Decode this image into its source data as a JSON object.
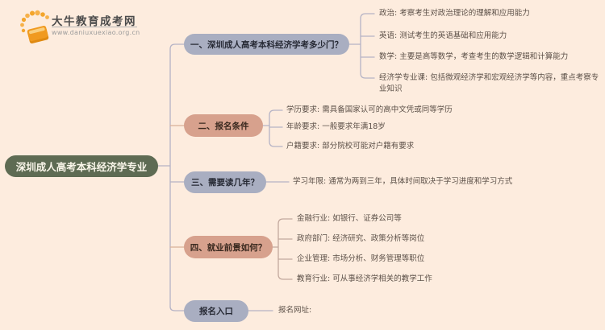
{
  "page": {
    "background": "#fdecde"
  },
  "logo": {
    "icon": "book-sunrise-icon",
    "title": "大牛教育成考网",
    "url": "www.daniuxuexiao.org.cn"
  },
  "root": {
    "label": "深圳成人高考本科经济学专业",
    "color": "#5e6b53"
  },
  "branches": [
    {
      "label": "一、深圳成人高考本科经济学考多少门？",
      "node_color": "#a9aec1",
      "leaves": [
        "政治: 考察考生对政治理论的理解和应用能力",
        "英语: 测试考生的英语基础和应用能力",
        "数学: 主要是高等数学，考查考生的数学逻辑和计算能力",
        "经济学专业课: 包括微观经济学和宏观经济学等内容，重点考察专业知识"
      ]
    },
    {
      "label": "二、报名条件",
      "node_color": "#d7a18d",
      "leaves": [
        "学历要求: 需具备国家认可的高中文凭或同等学历",
        "年龄要求: 一般要求年满18岁",
        "户籍要求: 部分院校可能对户籍有要求"
      ]
    },
    {
      "label": "三、需要读几年？",
      "node_color": "#a9aec1",
      "leaves": [
        "学习年限: 通常为两到三年，具体时间取决于学习进度和学习方式"
      ]
    },
    {
      "label": "四、就业前景如何？",
      "node_color": "#d7a18d",
      "leaves": [
        "金融行业: 如银行、证券公司等",
        "政府部门: 经济研究、政策分析等岗位",
        "企业管理: 市场分析、财务管理等职位",
        "教育行业: 可从事经济学相关的教学工作"
      ]
    },
    {
      "label": "报名入口",
      "node_color": "#a9aec1",
      "leaves": [
        "报名网址:"
      ]
    }
  ],
  "colors": {
    "line_gray": "#b5b3c5",
    "line_tan": "#d8b199",
    "line_warm": "#c3a99e",
    "root_bg": "#5e6b53",
    "node_blue": "#a9aec1",
    "node_pink": "#d7a18d",
    "leaf_text": "#5c5048"
  }
}
